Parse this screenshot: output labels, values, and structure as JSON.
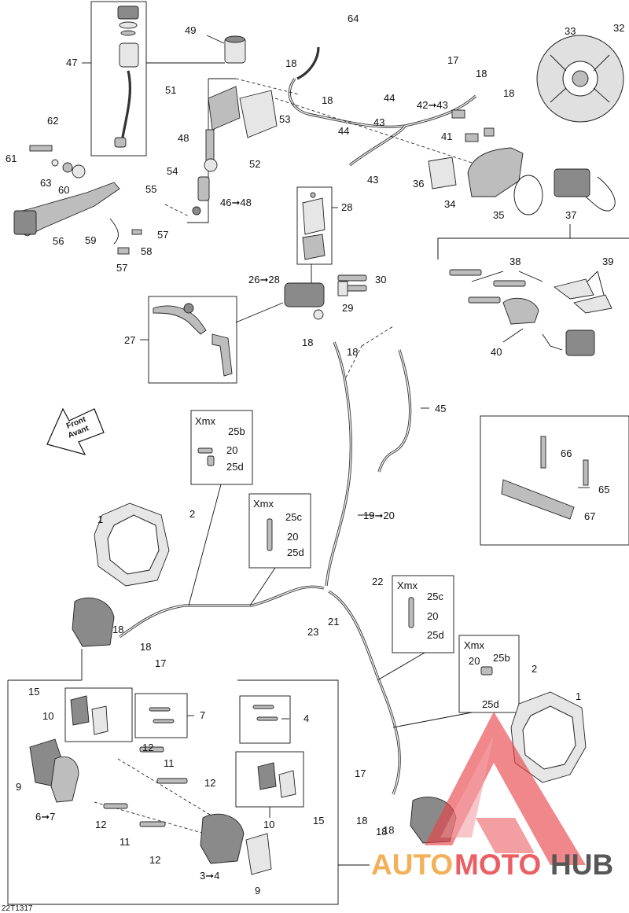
{
  "figure_id": "22T1317",
  "direction_arrow": {
    "line1": "Front",
    "line2": "Avant"
  },
  "variant_label": "Xmx",
  "callouts": {
    "c1": "1",
    "c1b": "1",
    "c2": "2",
    "c2b": "2",
    "c3_4": "3➞4",
    "c4": "4",
    "c6_7": "6➞7",
    "c7": "7",
    "c9": "9",
    "c9b": "9",
    "c10": "10",
    "c10b": "10",
    "c11": "11",
    "c11b": "11",
    "c12a": "12",
    "c12b": "12",
    "c12c": "12",
    "c12d": "12",
    "c15": "15",
    "c15b": "15",
    "c17": "17",
    "c17b": "17",
    "c17c": "17",
    "c18a": "18",
    "c18b": "18",
    "c18c": "18",
    "c18d": "18",
    "c18e": "18",
    "c18f": "18",
    "c18g": "18",
    "c18h": "18",
    "c18i": "18",
    "c18j": "18",
    "c18k": "18",
    "c19_20": "19➞20",
    "c20a": "20",
    "c20b": "20",
    "c20c": "20",
    "c20d": "20",
    "c21": "21",
    "c22": "22",
    "c23": "23",
    "c25b": "25b",
    "c25bb": "25b",
    "c25c": "25c",
    "c25cb": "25c",
    "c25d": "25d",
    "c25db": "25d",
    "c25dc": "25d",
    "c25dd": "25d",
    "c26_28": "26➞28",
    "c27": "27",
    "c28": "28",
    "c29": "29",
    "c30": "30",
    "c32": "32",
    "c33": "33",
    "c34": "34",
    "c35": "35",
    "c36": "36",
    "c37": "37",
    "c38": "38",
    "c39": "39",
    "c40": "40",
    "c41": "41",
    "c42_43": "42➞43",
    "c43a": "43",
    "c43b": "43",
    "c44a": "44",
    "c44b": "44",
    "c45": "45",
    "c46_48": "46➞48",
    "c47": "47",
    "c48": "48",
    "c49": "49",
    "c51": "51",
    "c52": "52",
    "c53": "53",
    "c54": "54",
    "c55": "55",
    "c56": "56",
    "c57a": "57",
    "c57b": "57",
    "c58": "58",
    "c59": "59",
    "c60": "60",
    "c61": "61",
    "c62": "62",
    "c63": "63",
    "c64": "64",
    "c65": "65",
    "c66": "66",
    "c67": "67"
  },
  "watermark": {
    "part1": "AUTO",
    "part2": "MOTO",
    "part3": "HUB"
  },
  "colors": {
    "watermark_red": "#e8434a",
    "watermark_orange": "#f3a33c",
    "watermark_dark": "#3a3a3a",
    "line": "#111111"
  }
}
